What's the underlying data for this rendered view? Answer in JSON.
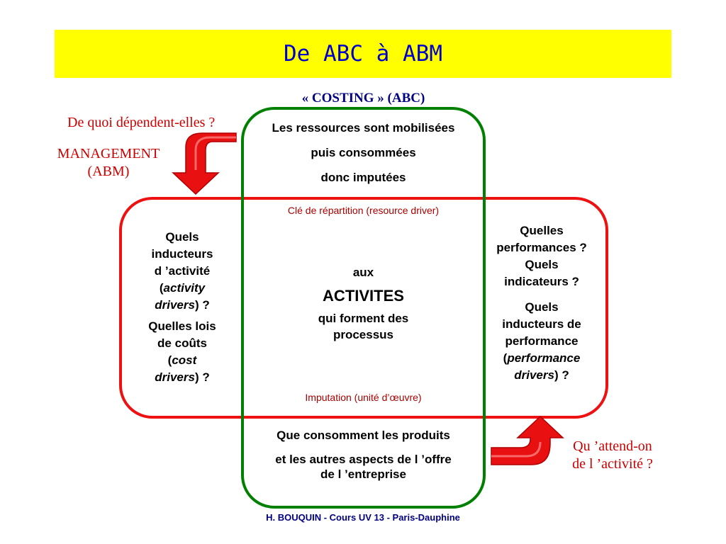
{
  "header": {
    "title": "De ABC à ABM"
  },
  "costing": {
    "label": "« COSTING » (ABC)"
  },
  "management": {
    "question": "De quoi dépendent-elles ?",
    "label_line1": "MANAGEMENT",
    "label_line2": "(ABM)"
  },
  "center_top": {
    "line1": "Les ressources sont mobilisées",
    "line2": "puis consommées",
    "line3": "donc imputées"
  },
  "resource_driver": "Clé de répartition (resource driver)",
  "center_mid": {
    "aux": "aux",
    "activites": "ACTIVITES",
    "line1": "qui forment des",
    "line2": "processus"
  },
  "imputation": "Imputation (unité d’œuvre)",
  "center_bottom": {
    "line1": "Que consomment les produits",
    "line2": "et les autres aspects de l ’offre",
    "line3": "de l ’entreprise"
  },
  "left_panel": {
    "l1": "Quels",
    "l2": "inducteurs",
    "l3": "d ’activité",
    "l4_open": "(",
    "l4_italic": "activity",
    "l5_italic": "drivers",
    "l5_close": ") ?",
    "l6": "Quelles lois",
    "l7": "de coûts",
    "l8_open": "(",
    "l8_italic": "cost",
    "l9_italic": "drivers",
    "l9_close": ") ?"
  },
  "right_panel": {
    "l1": "Quelles",
    "l2": "performances ?",
    "l3": "Quels",
    "l4": "indicateurs ?",
    "l5": "Quels",
    "l6": "inducteurs de",
    "l7": "performance",
    "l8_open": "(",
    "l8_italic": "performance",
    "l9_italic": "drivers",
    "l9_close": ") ?"
  },
  "bottom_right": {
    "line1": "Qu ’attend-on",
    "line2": "de l ’activité ?"
  },
  "footer": {
    "credit": "H. BOUQUIN - Cours UV 13 - Paris-Dauphine"
  },
  "colors": {
    "banner": "#ffff00",
    "title": "#0000cc",
    "green": "#008000",
    "red": "#ee1111",
    "darkred": "#aa0000",
    "footer": "#000080"
  }
}
